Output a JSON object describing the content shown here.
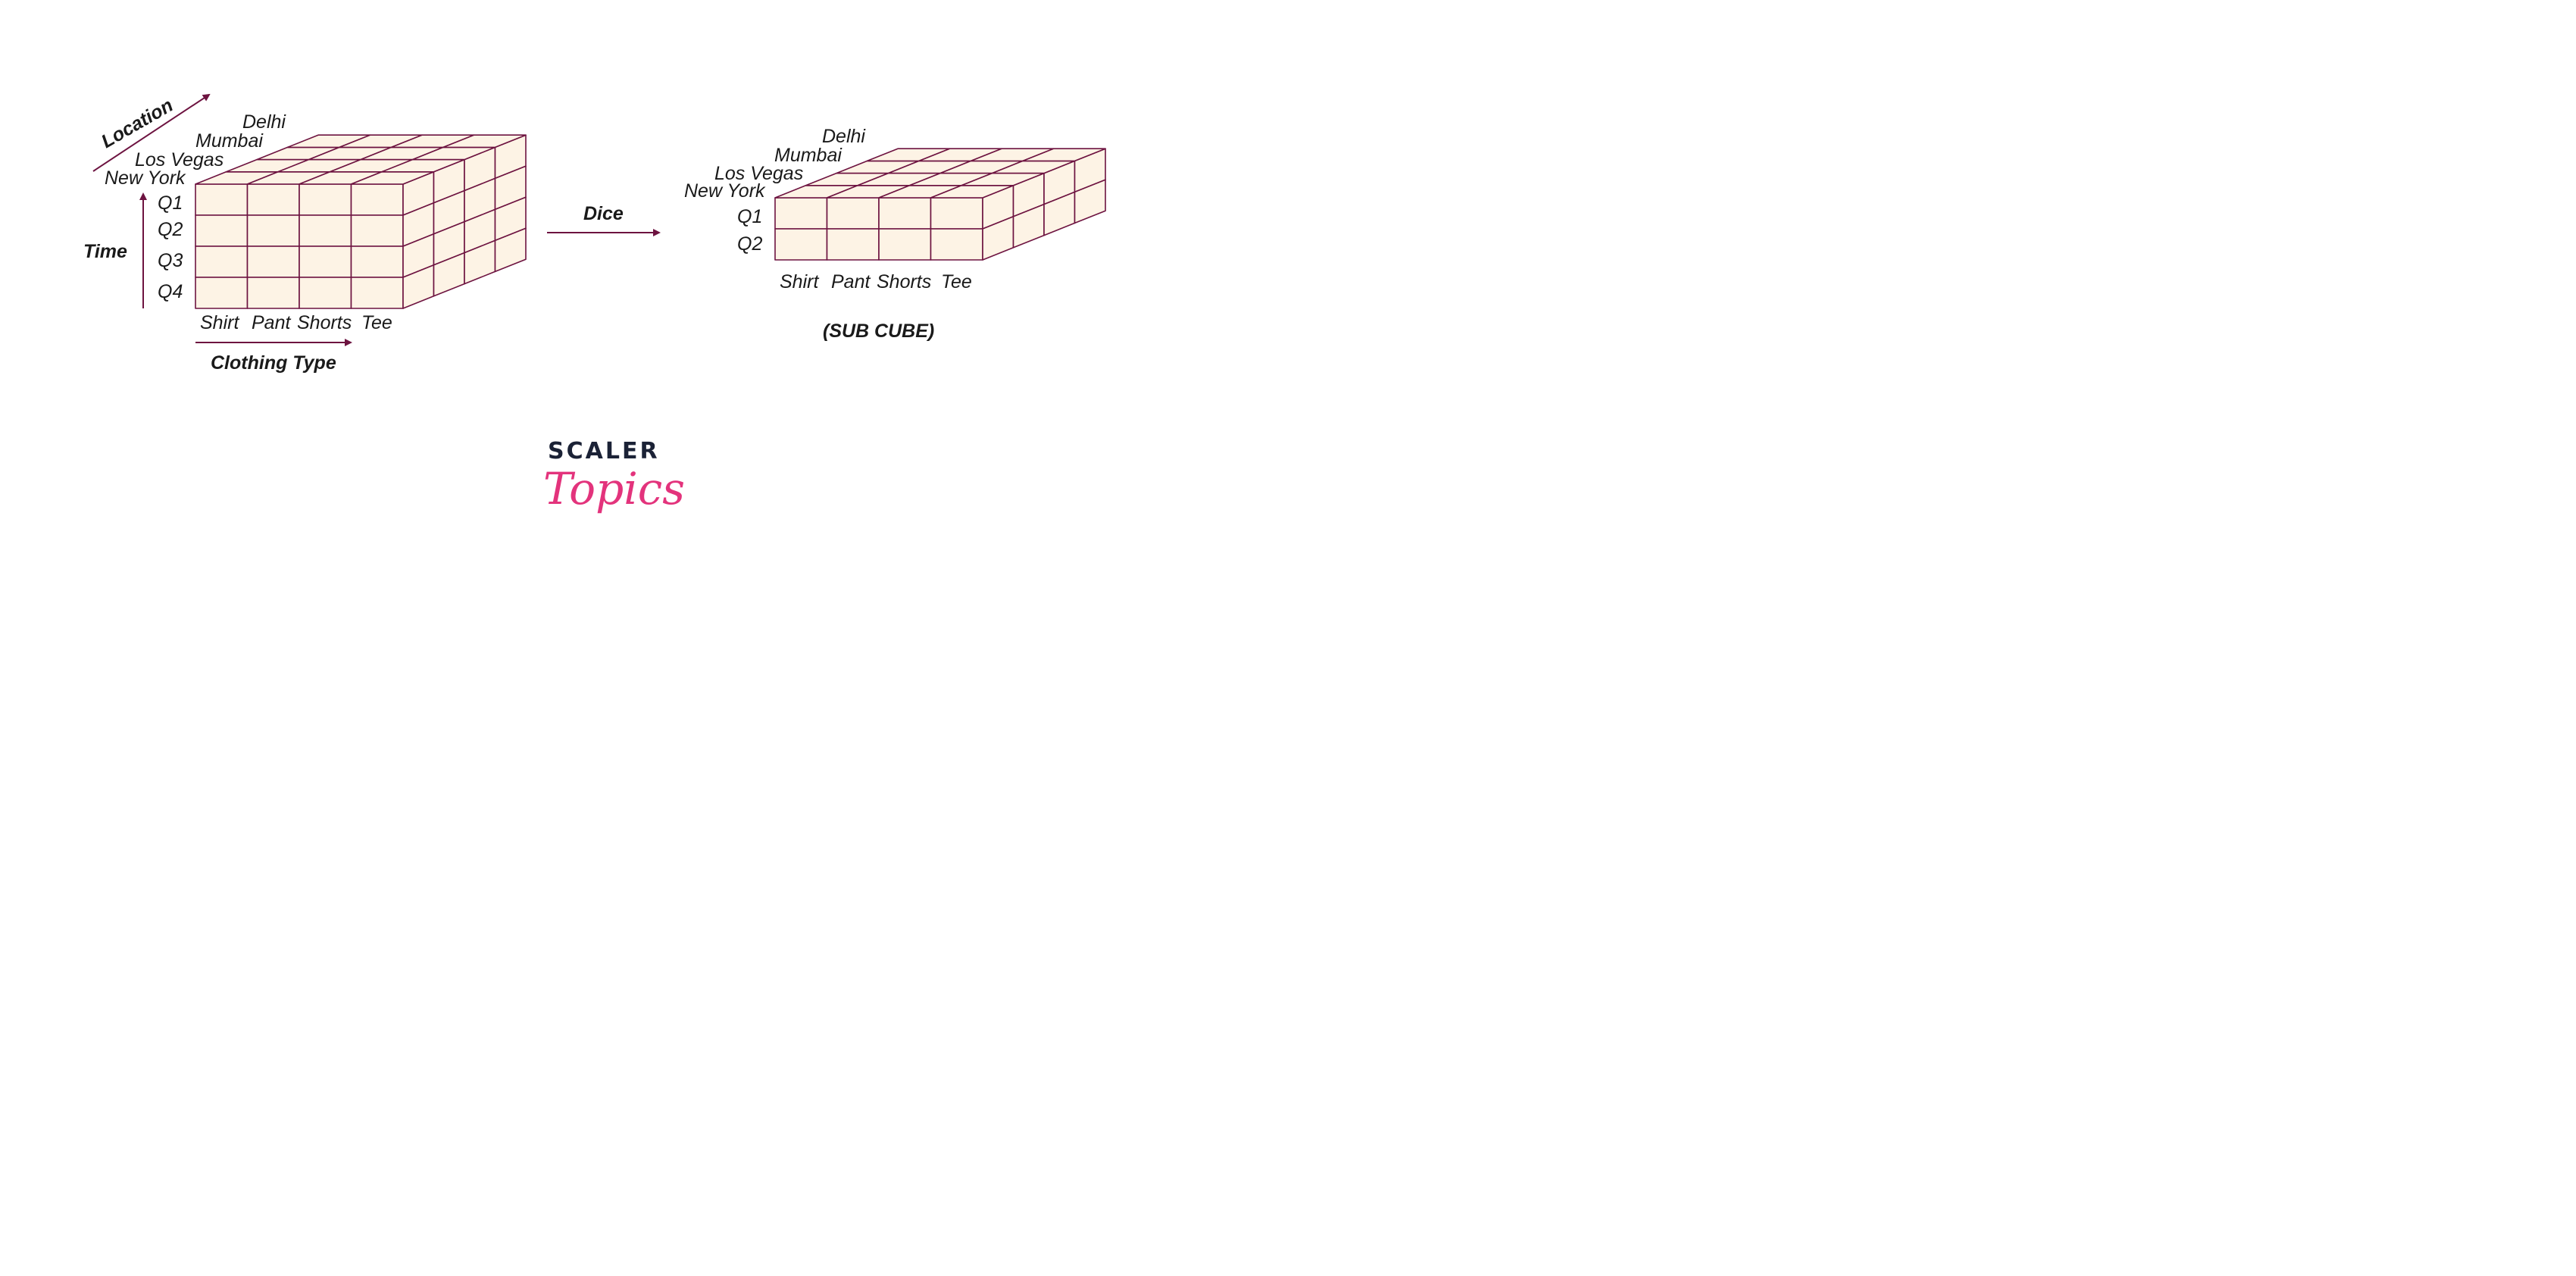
{
  "colors": {
    "stroke": "#6d1340",
    "fill": "#fdf3e5",
    "arrow": "#6d1340",
    "logo_dark": "#1b2236",
    "logo_pink": "#e3337c"
  },
  "cube": {
    "axis_location": "Location",
    "axis_time": "Time",
    "axis_clothing": "Clothing Type",
    "locations": [
      "New York",
      "Los Vegas",
      "Mumbai",
      "Delhi"
    ],
    "quarters": [
      "Q1",
      "Q2",
      "Q3",
      "Q4"
    ],
    "items": [
      "Shirt",
      "Pant",
      "Shorts",
      "Tee"
    ]
  },
  "operation": {
    "label": "Dice"
  },
  "subcube": {
    "locations": [
      "New York",
      "Los Vegas",
      "Mumbai",
      "Delhi"
    ],
    "quarters": [
      "Q1",
      "Q2"
    ],
    "items": [
      "Shirt",
      "Pant",
      "Shorts",
      "Tee"
    ],
    "caption": "(SUB CUBE)"
  },
  "logo": {
    "line1": "SCALER",
    "line2": "Topics"
  }
}
